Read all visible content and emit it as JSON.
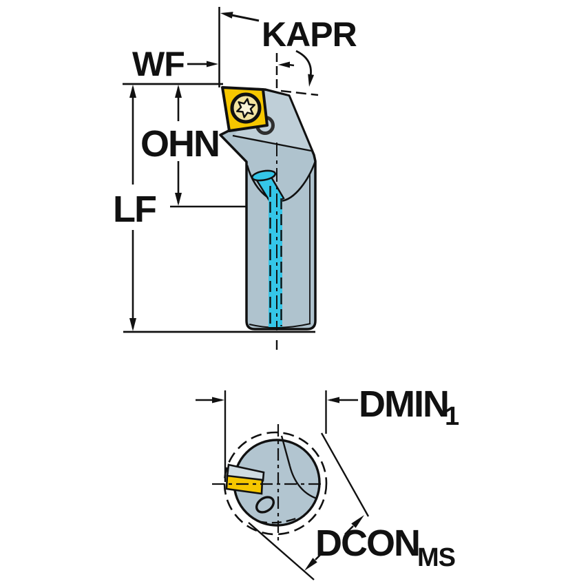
{
  "drawing": {
    "type": "technical-dimension-diagram",
    "views": {
      "side_view": "tool holder side view",
      "end_view": "tool holder end view"
    },
    "labels": {
      "kapr": "KAPR",
      "wf": "WF",
      "ohn": "OHN",
      "lf": "LF",
      "dmin": "DMIN",
      "dmin_sub": "1",
      "dcon": "DCON",
      "dcon_sub": "MS"
    },
    "colors": {
      "body": "#afc3ce",
      "body_light": "#bfcfd8",
      "circle_fill": "#b2c5d0",
      "pocket_fill": "#cfdbe2",
      "insert_yellow": "#f6c700",
      "coolant_cyan": "#35c6e8",
      "screw_disc": "#f3e4a0",
      "screw_star": "#fbf4d8",
      "line": "#111111"
    }
  }
}
